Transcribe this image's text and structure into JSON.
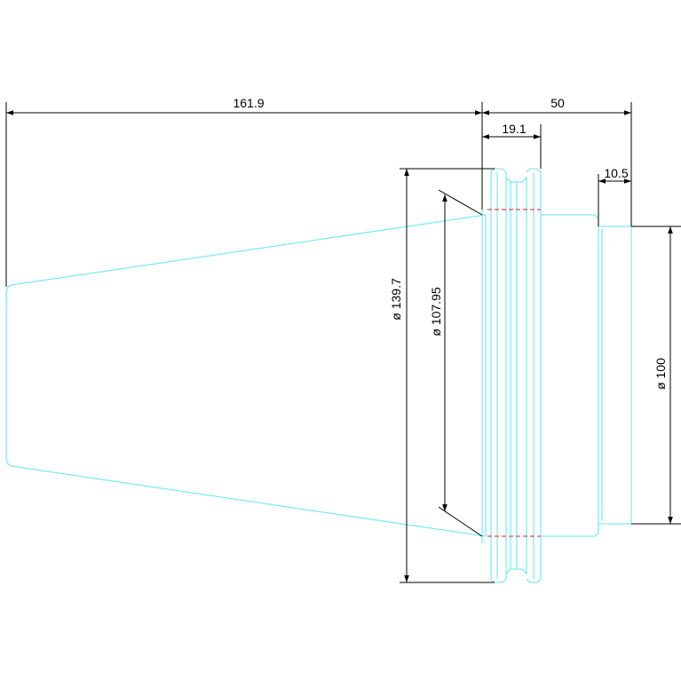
{
  "drawing": {
    "colors": {
      "part_outline": "#5fe6f0",
      "dimension": "#000000",
      "centerline": "#e0221c",
      "background": "#ffffff"
    },
    "dimensions": {
      "overall_taper_length": "161.9",
      "flange_to_end_length": "50",
      "flange_width": "19.1",
      "pilot_length": "10.5",
      "flange_diameter": "ø 139.7",
      "gauge_diameter": "ø 107.95",
      "pilot_diameter": "ø 100"
    }
  }
}
